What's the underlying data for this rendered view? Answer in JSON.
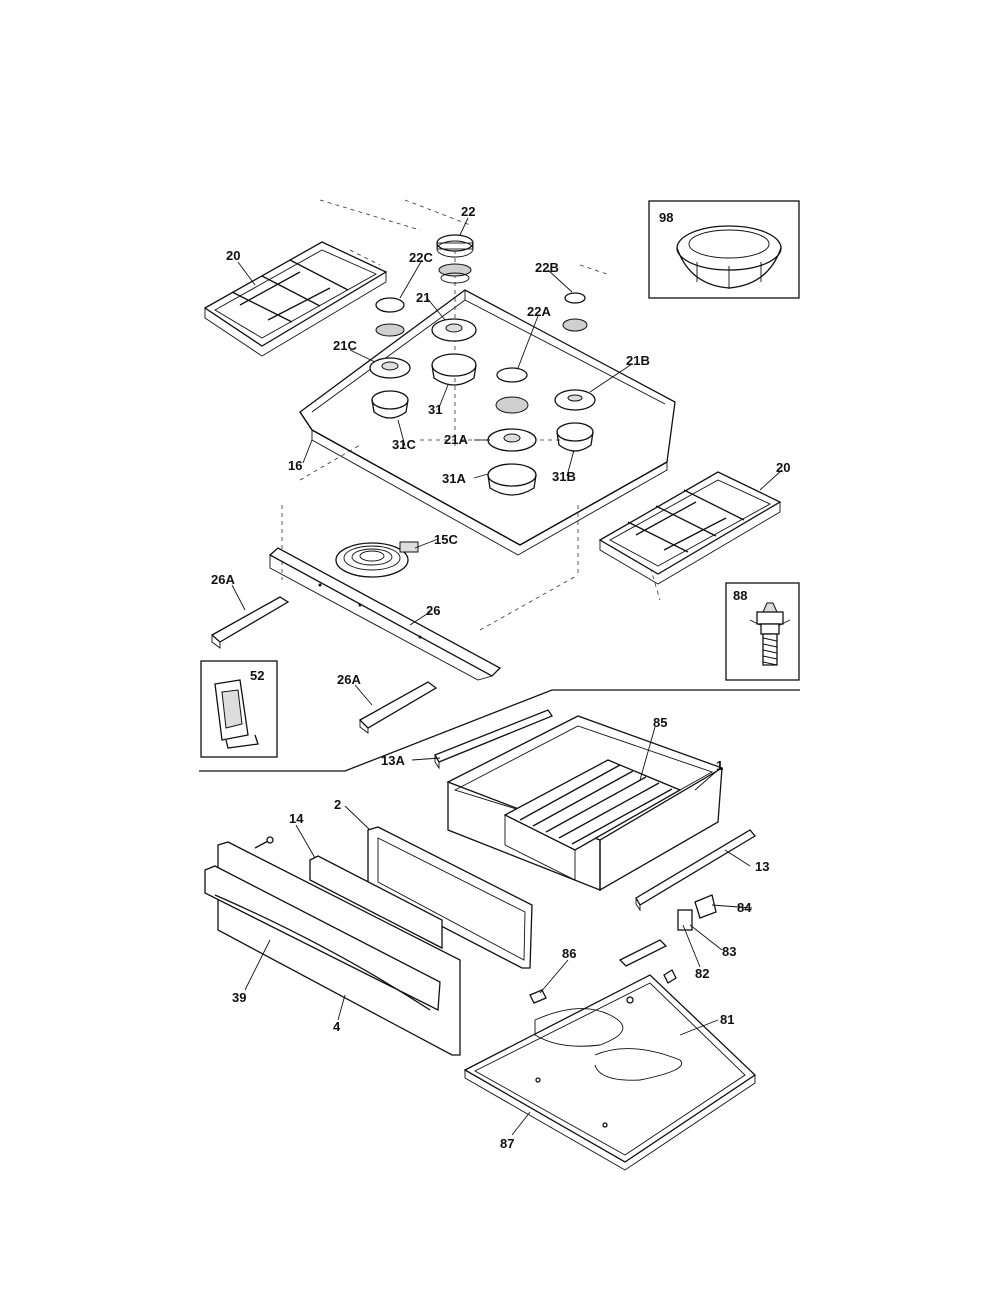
{
  "callouts": {
    "p1": "1",
    "p2": "2",
    "p4": "4",
    "p13": "13",
    "p13A": "13A",
    "p14": "14",
    "p15C": "15C",
    "p16": "16",
    "p20a": "20",
    "p20b": "20",
    "p21": "21",
    "p21A": "21A",
    "p21B": "21B",
    "p21C": "21C",
    "p22": "22",
    "p22A": "22A",
    "p22B": "22B",
    "p22C": "22C",
    "p26": "26",
    "p26Aa": "26A",
    "p26Ab": "26A",
    "p31": "31",
    "p31A": "31A",
    "p31B": "31B",
    "p31C": "31C",
    "p39": "39",
    "p52": "52",
    "p81": "81",
    "p82": "82",
    "p83": "83",
    "p84": "84",
    "p85": "85",
    "p86": "86",
    "p87": "87",
    "p88": "88",
    "p98": "98"
  }
}
